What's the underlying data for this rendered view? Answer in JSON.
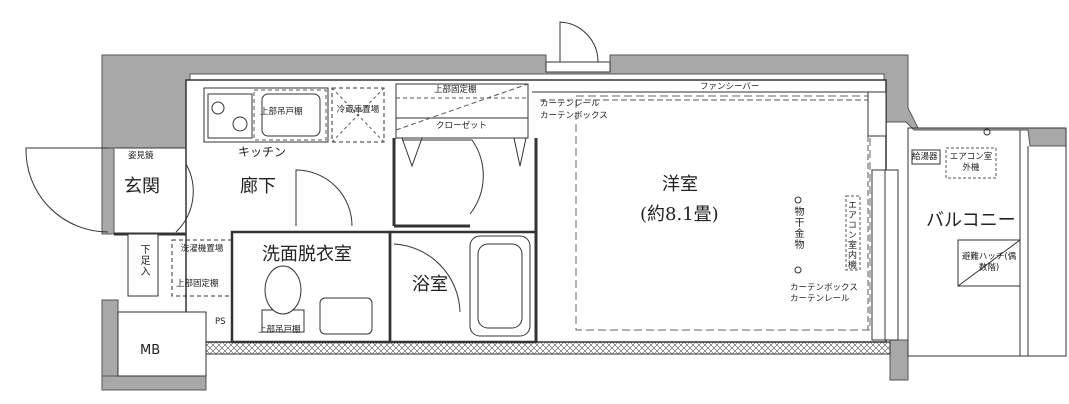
{
  "rooms": {
    "western": "洋室",
    "western_size": "(約8.1畳)",
    "balcony": "バルコニー",
    "entrance": "玄関",
    "corridor": "廊下",
    "kitchen": "キッチン",
    "washroom": "洗面脱衣室",
    "bath": "浴室",
    "mb": "MB",
    "ps": "PS"
  },
  "fixtures": {
    "upper_fixed_shelf": "上部固定棚",
    "curtain_rail_top": "カーテンレール",
    "curtain_box_top": "カーテンボックス",
    "fancy_bar": "ファンシーバー",
    "closet": "クローゼット",
    "refrigerator": "冷蔵庫置場",
    "upper_cabinet_kitchen": "上部吊戸棚",
    "mirror": "姿見鏡",
    "shoe_box": "下足入",
    "washer": "洗濯機置場",
    "upper_fixed_shelf_washroom": "上部固定棚",
    "upper_cabinet_washroom": "上部吊戸棚",
    "clothes_hanger": "物干金物",
    "aircon_indoor": "エアコン室内機",
    "curtain_box_bottom": "カーテンボックス",
    "curtain_rail_bottom": "カーテンレール",
    "water_heater": "給湯器",
    "aircon_outdoor": "エアコン室外機",
    "hatch": "避難ハッチ(偶数階)"
  }
}
